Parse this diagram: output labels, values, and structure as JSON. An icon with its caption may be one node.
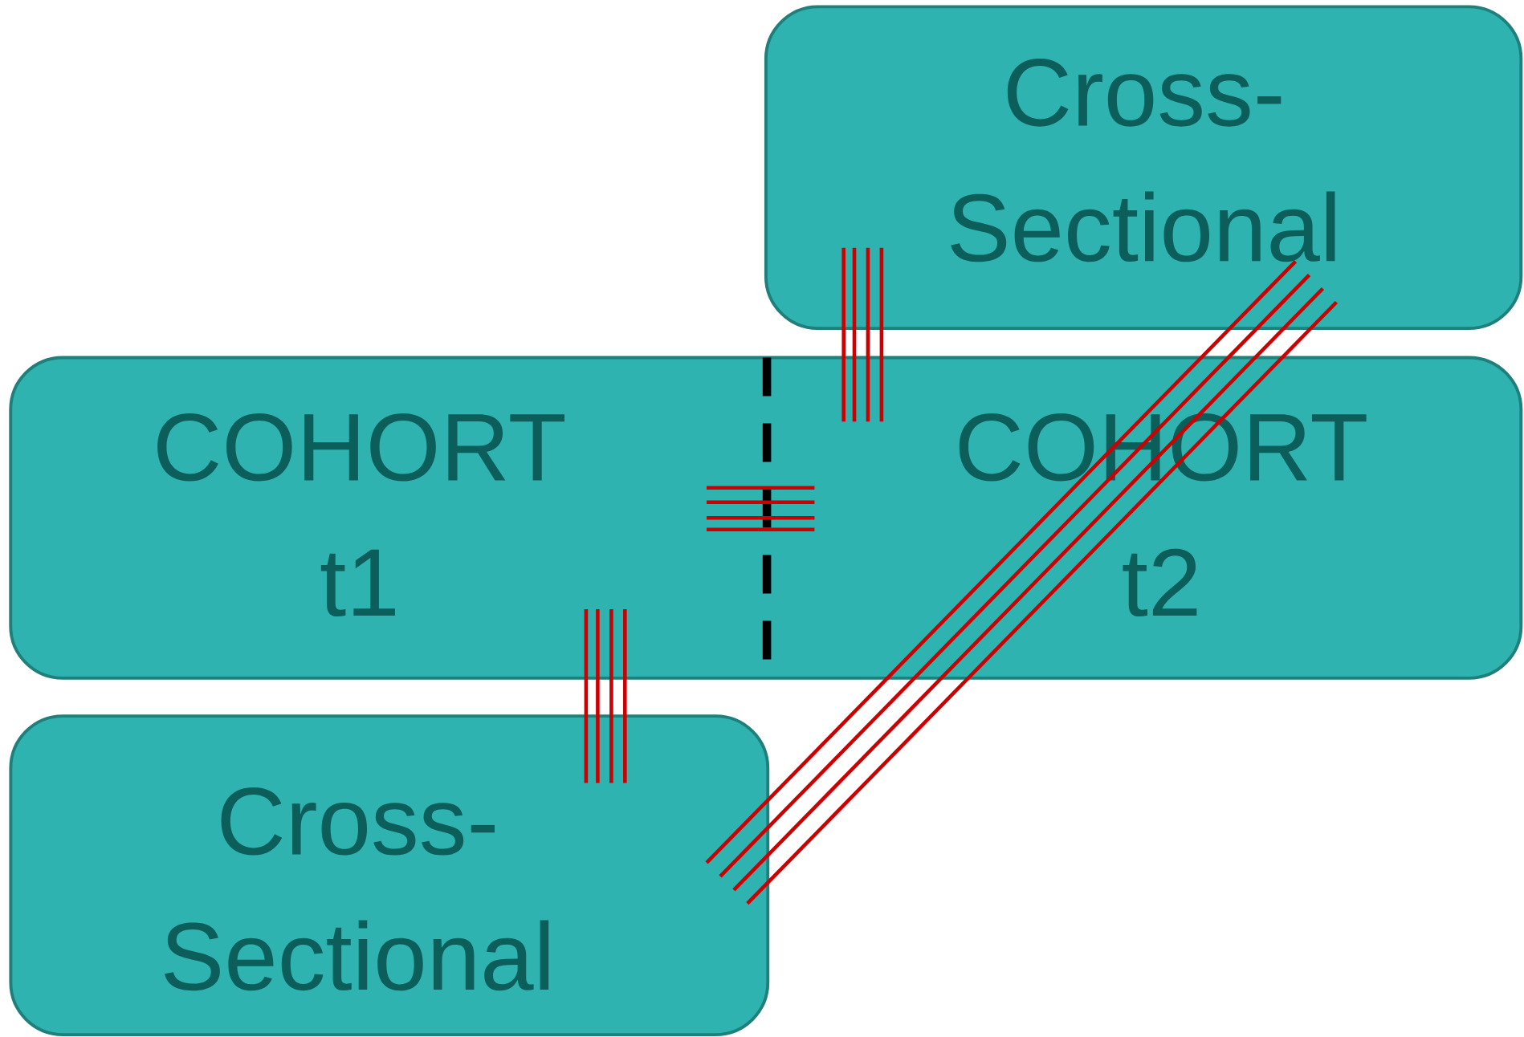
{
  "diagram": {
    "nodes": [
      {
        "text": [
          "Cross-Sectional"
        ]
      },
      {
        "text": [
          "COHORT t1",
          "COHORT t2"
        ]
      },
      {
        "text": [
          "Cross-Sectional"
        ]
      }
    ]
  }
}
